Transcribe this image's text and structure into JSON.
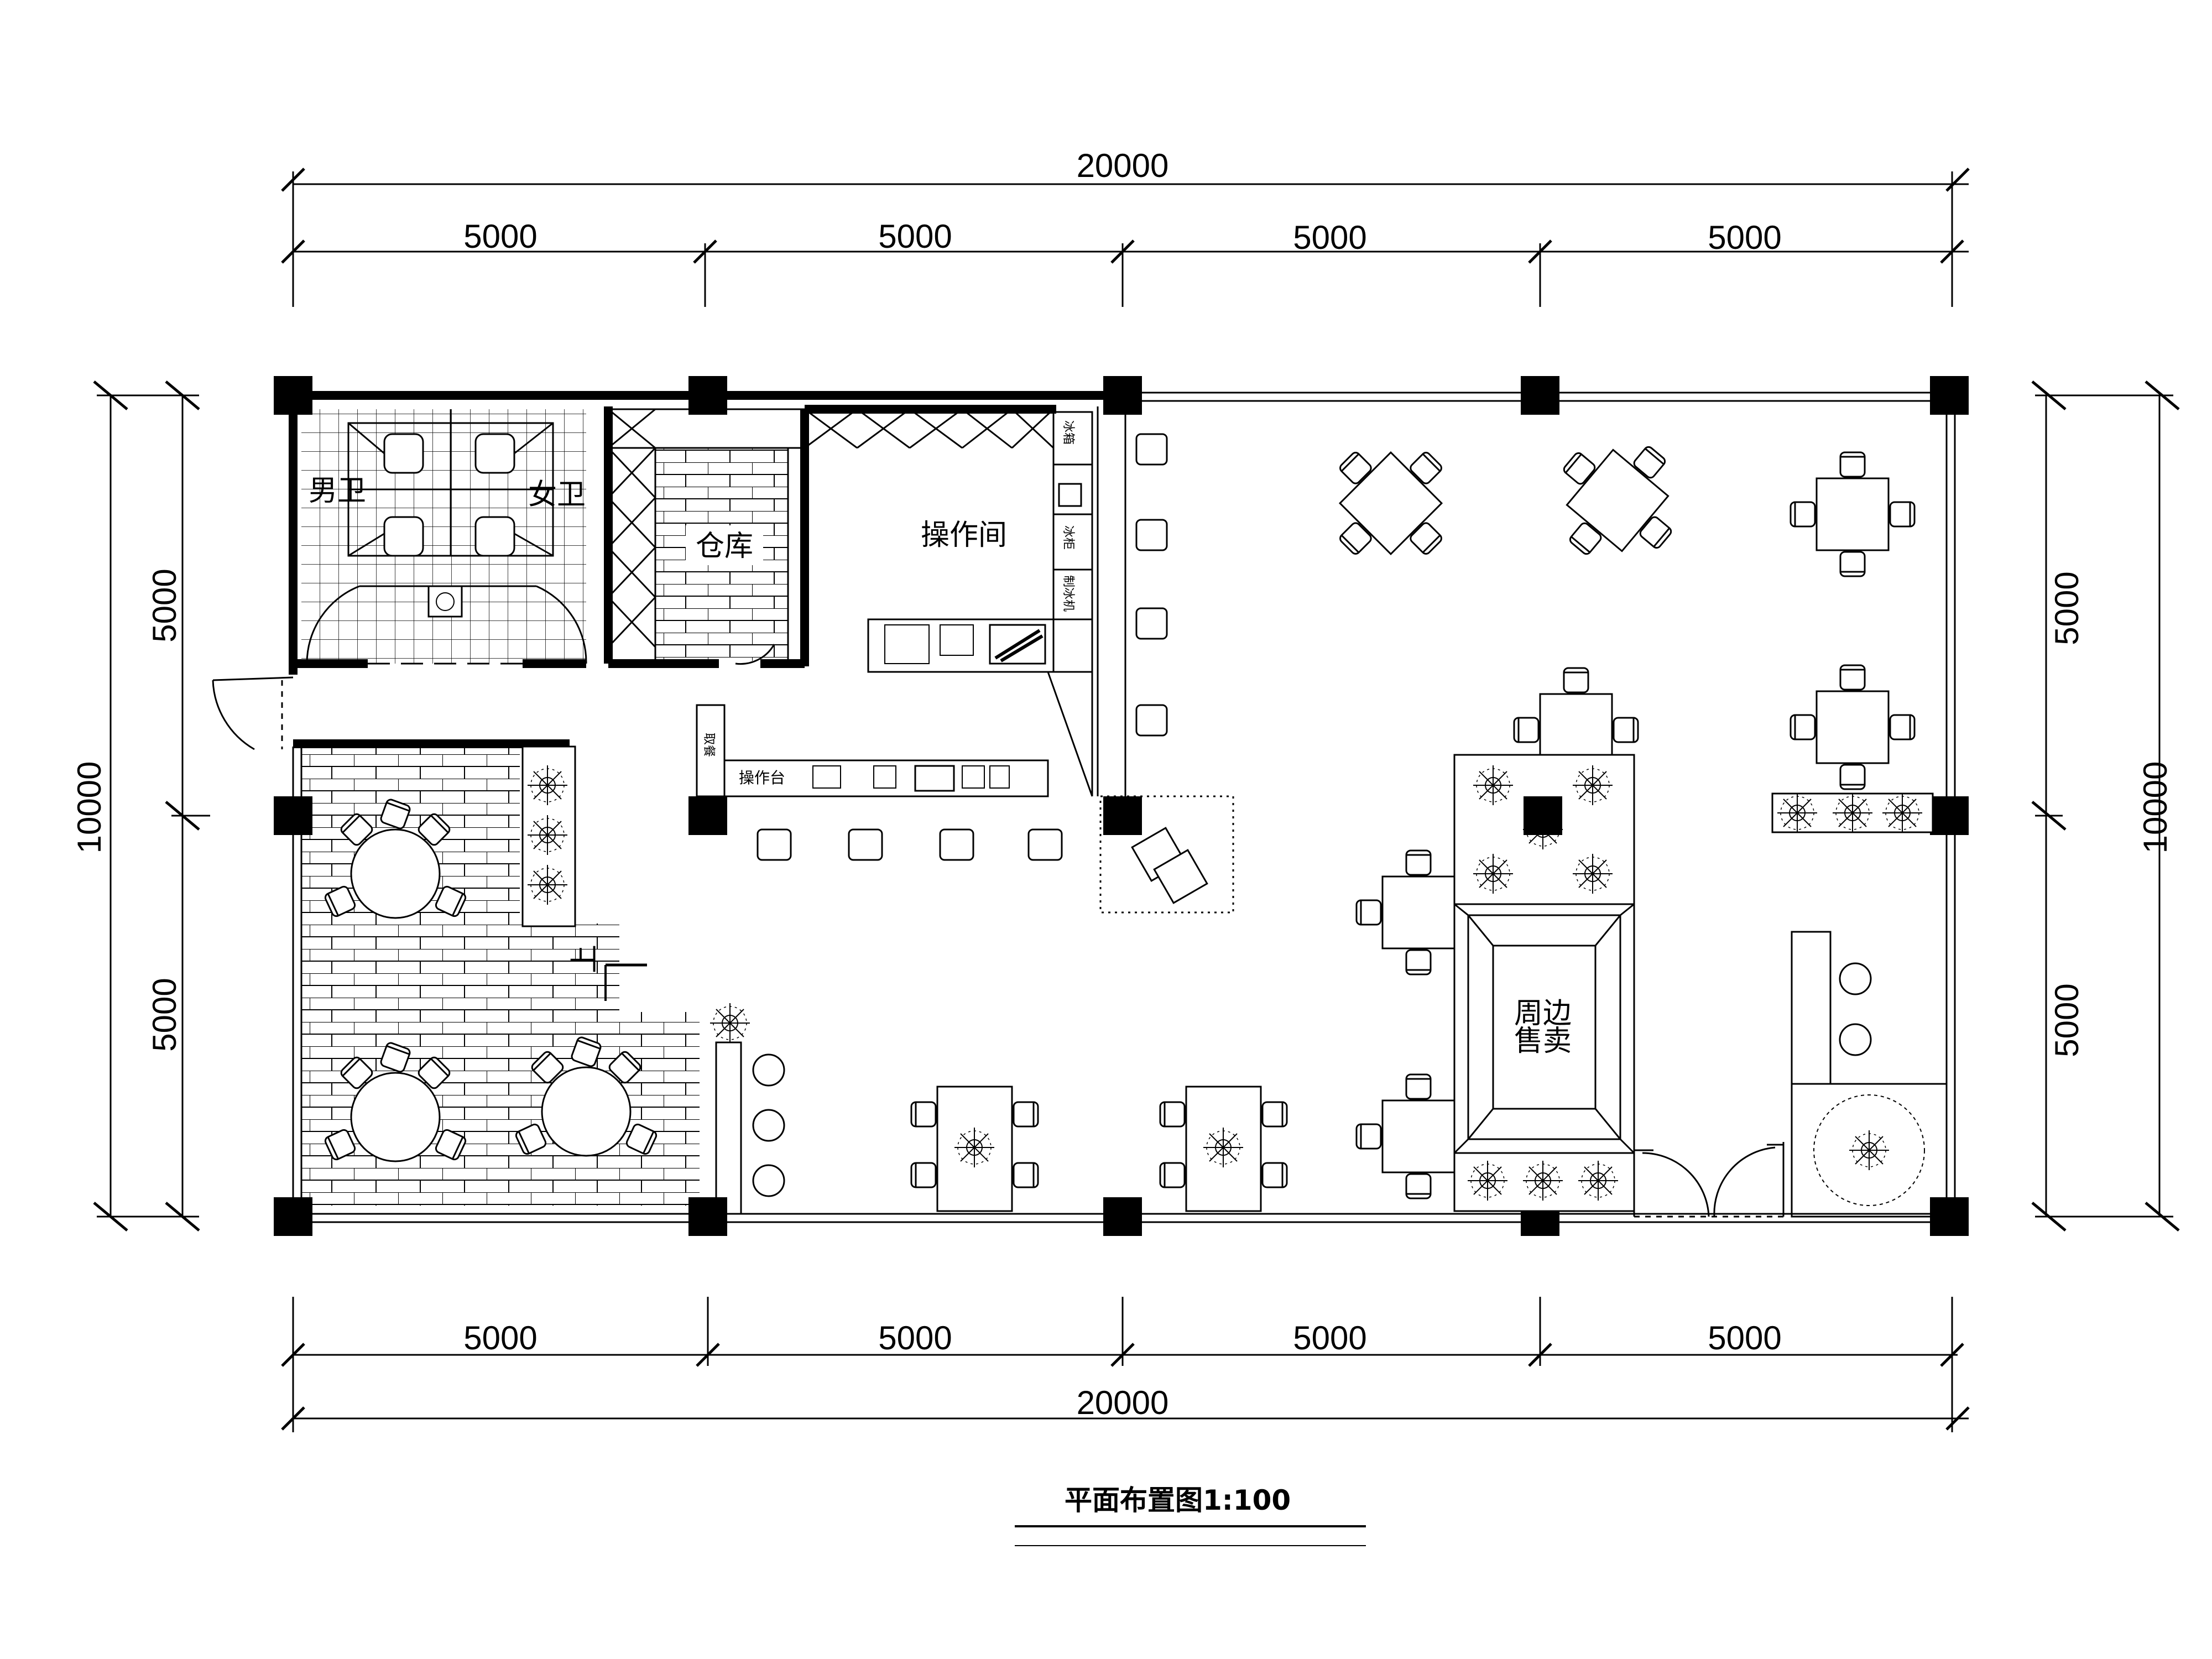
{
  "dimensions": {
    "top_total": "20000",
    "top_segments": [
      "5000",
      "5000",
      "5000",
      "5000"
    ],
    "bottom_total": "20000",
    "bottom_segments": [
      "5000",
      "5000",
      "5000",
      "5000"
    ],
    "left_total": "10000",
    "left_segments": [
      "5000",
      "5000"
    ],
    "right_total": "10000",
    "right_segments": [
      "5000",
      "5000"
    ]
  },
  "rooms": {
    "men_toilet": "男卫",
    "women_toilet": "女卫",
    "storage": "仓库",
    "kitchen": "操作间",
    "counter": "操作台",
    "pickup": "取餐",
    "merch_line1": "周边",
    "merch_line2": "售卖",
    "stair": "上"
  },
  "equipment": {
    "ice": "冰箱",
    "fridge": "冰柜",
    "ice_maker": "制冰机"
  },
  "title": "平面布置图1:100"
}
